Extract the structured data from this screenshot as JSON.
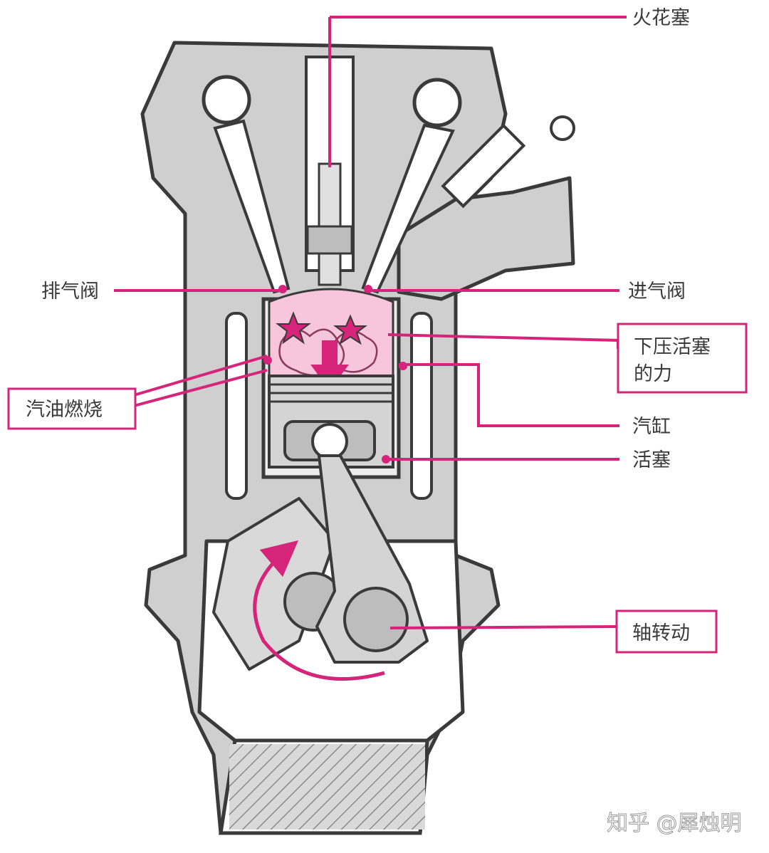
{
  "labels": {
    "spark_plug": "火花塞",
    "exhaust_valve": "排气阀",
    "intake_valve": "进气阀",
    "force_line1": "下压活塞",
    "force_line2": "的力",
    "fuel_burning": "汽油燃烧",
    "cylinder": "汽缸",
    "piston": "活塞",
    "shaft_rotation": "轴转动"
  },
  "watermark": "知乎 @犀烛明",
  "colors": {
    "accent": "#d6247a",
    "combustion": "#f7c6dc",
    "engine_body": "#cfcfcf",
    "outline": "#3a3a3a"
  }
}
